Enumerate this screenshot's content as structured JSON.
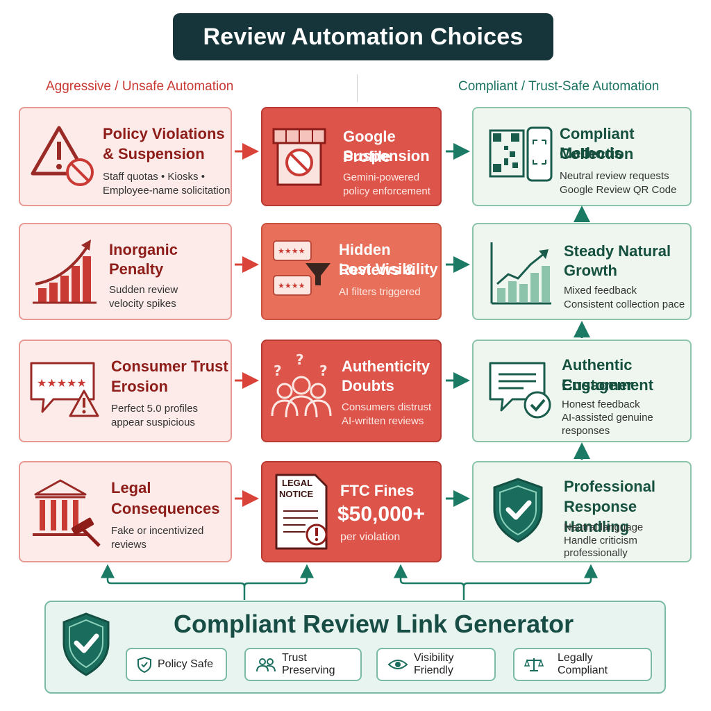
{
  "title": "Review Automation Choices",
  "columns": {
    "left": "Aggressive / Unsafe Automation",
    "right": "Compliant / Trust-Safe Automation"
  },
  "rows": [
    {
      "unsafe": {
        "title1": "Policy Violations",
        "title2": "& Suspension",
        "sub1": "Staff quotas • Kiosks •",
        "sub2": "Employee-name solicitation"
      },
      "consequence": {
        "title1": "Google Profile",
        "title2": "Suspension",
        "sub1": "Gemini-powered",
        "sub2": "policy enforcement"
      },
      "safe": {
        "title1": "Compliant Collection",
        "title2": "Methods",
        "sub1": "Neutral review requests",
        "sub2": "Google Review QR Code"
      }
    },
    {
      "unsafe": {
        "title1": "Inorganic",
        "title2": "Penalty",
        "sub1": "Sudden review",
        "sub2": "velocity spikes"
      },
      "consequence": {
        "title1": "Hidden Reviews &",
        "title2": "Lost Visibility",
        "sub1": "AI filters triggered"
      },
      "safe": {
        "title1": "Steady Natural",
        "title2": "Growth",
        "sub1": "Mixed feedback",
        "sub2": "Consistent collection pace"
      }
    },
    {
      "unsafe": {
        "title1": "Consumer Trust",
        "title2": "Erosion",
        "sub1": "Perfect 5.0 profiles",
        "sub2": "appear suspicious"
      },
      "consequence": {
        "title1": "Authenticity",
        "title2": "Doubts",
        "sub1": "Consumers distrust",
        "sub2": "AI-written reviews"
      },
      "safe": {
        "title1": "Authentic Customer",
        "title2": "Engagement",
        "sub1": "Honest feedback",
        "sub2": "AI-assisted genuine",
        "sub3": "responses"
      }
    },
    {
      "unsafe": {
        "title1": "Legal",
        "title2": "Consequences",
        "sub1": "Fake or incentivized",
        "sub2": "reviews"
      },
      "consequence": {
        "title1": "FTC Fines",
        "amount": "$50,000+",
        "sub1": "per violation",
        "notice1": "LEGAL",
        "notice2": "NOTICE"
      },
      "safe": {
        "title1": "Professional",
        "title2": "Response Handling",
        "sub1": "Neutral language",
        "sub2": "Handle criticism",
        "sub3": "professionally"
      }
    }
  ],
  "generator": {
    "title": "Compliant Review Link Generator",
    "badges": [
      "Policy Safe",
      "Trust Preserving",
      "Visibility Friendly",
      "Legally Compliant"
    ]
  },
  "colors": {
    "dark_banner": "#15353a",
    "unsafe_red": "#c93a34",
    "safe_green": "#1a7360"
  }
}
